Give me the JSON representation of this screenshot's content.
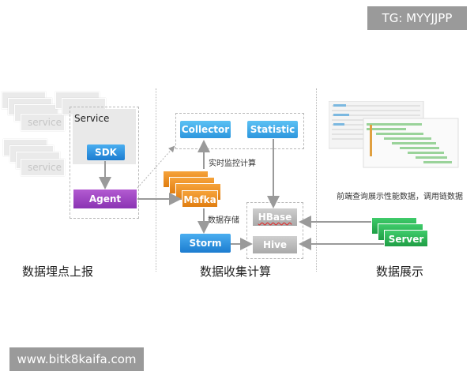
{
  "watermarks": {
    "top": "TG: MYYJJPP",
    "bottom": "www.bitk8kaifa.com"
  },
  "left_section": {
    "service_box_title": "Service",
    "sdk_label": "SDK",
    "agent_label": "Agent",
    "service_card_label": "service",
    "section_caption": "数据埋点上报"
  },
  "middle_section": {
    "collector_label": "Collector",
    "statistic_label": "Statistic",
    "realtime_label": "实时监控计算",
    "mafka_label": "Mafka",
    "storage_label": "数据存储",
    "storm_label": "Storm",
    "hbase_label": "HBase",
    "hive_label": "Hive",
    "section_caption": "数据收集计算"
  },
  "right_section": {
    "frontend_label": "前端查询展示性能数据，调用链数据",
    "server_label": "Server",
    "section_caption": "数据展示"
  },
  "colors": {
    "blue": "#1c7cd0",
    "purple": "#8a33b3",
    "orange": "#e07d10",
    "green": "#1f9e45",
    "gray": "#a9a9a9"
  }
}
